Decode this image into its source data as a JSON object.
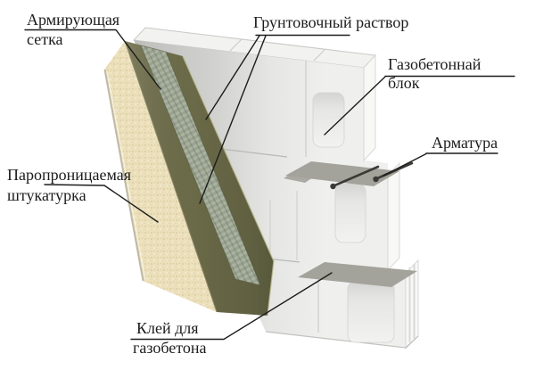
{
  "diagram": {
    "labels": {
      "reinforcing_mesh": {
        "line1": "Армирующая",
        "line2": "сетка"
      },
      "primer_mortar": {
        "text": "Грунтовочный раствор"
      },
      "aerated_block": {
        "line1": "Газобетоннай",
        "line2": "блок"
      },
      "rebar": {
        "text": "Арматура"
      },
      "plaster": {
        "line1": "Паропроницаемая",
        "line2": "штукатурка"
      },
      "glue": {
        "line1": "Клей для",
        "line2": "газобетона"
      }
    },
    "colors": {
      "background": "#ffffff",
      "block_face": "#efefed",
      "block_top": "#f2f2f0",
      "block_end": "#f8f8f6",
      "joint_line": "#b8b8b6",
      "mortar": "#a3a39b",
      "rebar": "#3b3a37",
      "primer": "#6e6e4b",
      "mesh": "#9aa38f",
      "plaster": "#ece0bb",
      "leader": "#1c1c1c",
      "text": "#1c1c1c"
    }
  }
}
